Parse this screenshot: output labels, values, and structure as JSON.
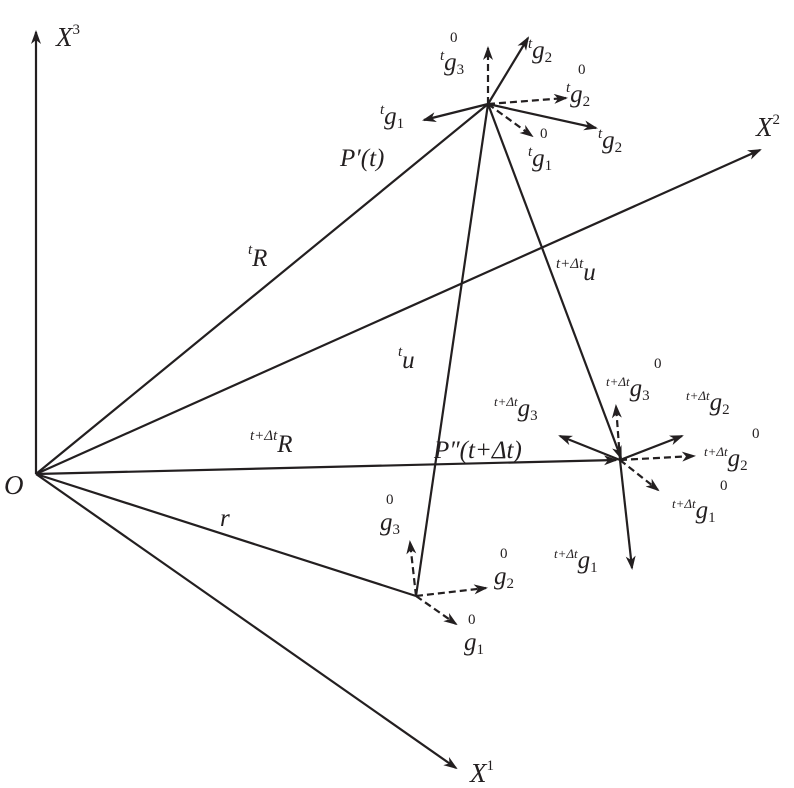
{
  "colors": {
    "ink": "#231f20",
    "background": "#ffffff"
  },
  "labels": {
    "origin": "O",
    "axis_x1": {
      "base": "X",
      "sup": "1"
    },
    "axis_x2": {
      "base": "X",
      "sup": "2"
    },
    "axis_x3": {
      "base": "X",
      "sup": "3"
    },
    "tR": {
      "pre": "t",
      "base": "R"
    },
    "ttdR": {
      "pre": "t+Δt",
      "base": "R"
    },
    "r": "r",
    "tu": {
      "pre": "t",
      "base": "u"
    },
    "ttdu": {
      "pre": "t+Δt",
      "base": "u"
    },
    "p_prime": "P′(t)",
    "p_double": "P″(t+Δt)",
    "tg1": {
      "pre": "t",
      "base": "g",
      "sub": "1"
    },
    "tg2_upper": {
      "pre": "t",
      "base": "g",
      "sub": "2"
    },
    "tg2_lower": {
      "pre": "t",
      "base": "g",
      "sub": "2"
    },
    "tg3_0": {
      "pre": "t",
      "over": "0",
      "base": "g",
      "sub": "3"
    },
    "tg2_0": {
      "pre": "t",
      "over": "0",
      "base": "g",
      "sub": "2"
    },
    "tg1_0": {
      "pre": "t",
      "over": "0",
      "base": "g",
      "sub": "1"
    },
    "g3_0": {
      "over": "0",
      "base": "g",
      "sub": "3"
    },
    "g2_0": {
      "over": "0",
      "base": "g",
      "sub": "2"
    },
    "g1_0": {
      "over": "0",
      "base": "g",
      "sub": "1"
    },
    "ttdg3": {
      "pre": "t+Δt",
      "base": "g",
      "sub": "3"
    },
    "ttdg3_0": {
      "pre": "t+Δt",
      "over": "0",
      "base": "g",
      "sub": "3"
    },
    "ttdg2": {
      "pre": "t+Δt",
      "base": "g",
      "sub": "2"
    },
    "ttdg2_0": {
      "pre": "t+Δt",
      "over": "0",
      "base": "g",
      "sub": "2"
    },
    "ttdg1_0": {
      "pre": "t+Δt",
      "over": "0",
      "base": "g",
      "sub": "1"
    },
    "ttdg1": {
      "pre": "t+Δt",
      "base": "g",
      "sub": "1"
    }
  }
}
